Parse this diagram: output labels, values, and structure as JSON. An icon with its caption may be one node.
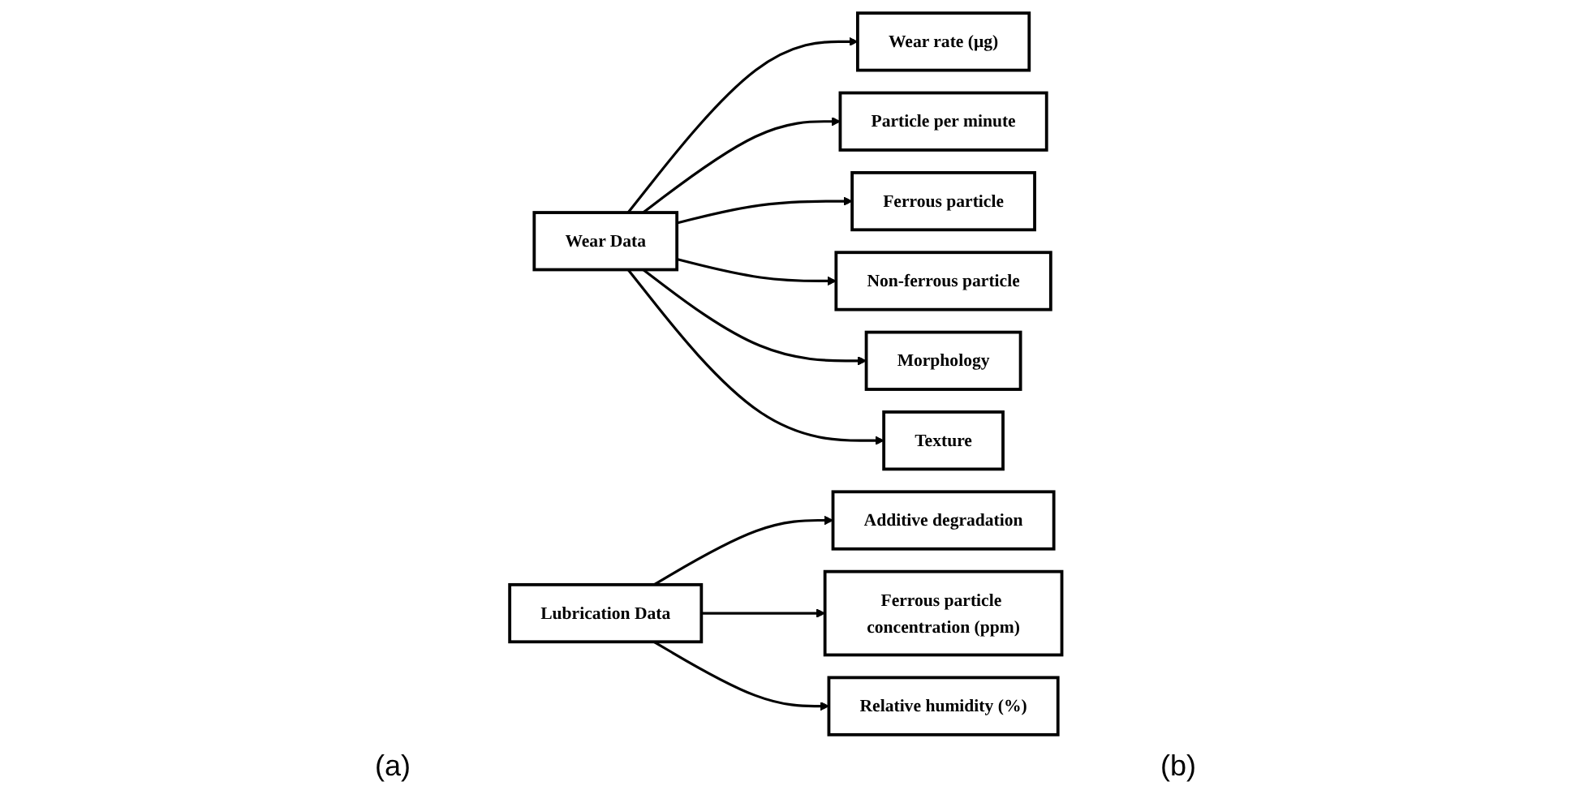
{
  "diagram": {
    "nodes": [
      {
        "text": [
          "Wear Data"
        ]
      },
      {
        "text": [
          "Wear rate (μg)"
        ]
      },
      {
        "text": [
          "Particle per minute"
        ]
      },
      {
        "text": [
          "Ferrous particle"
        ]
      },
      {
        "text": [
          "Non-ferrous particle"
        ]
      },
      {
        "text": [
          "Morphology"
        ]
      },
      {
        "text": [
          "Texture"
        ]
      },
      {
        "text": [
          "Lubrication Data"
        ]
      },
      {
        "text": [
          "Additive degradation"
        ]
      },
      {
        "text": [
          "Ferrous particle concentration (ppm)"
        ]
      },
      {
        "text": [
          "Relative humidity (%)"
        ]
      }
    ],
    "edges": [
      {
        "from": 0,
        "to": 1,
        "arrow": "to"
      },
      {
        "from": 0,
        "to": 2,
        "arrow": "to"
      },
      {
        "from": 0,
        "to": 3,
        "arrow": "to"
      },
      {
        "from": 0,
        "to": 4,
        "arrow": "to"
      },
      {
        "from": 0,
        "to": 5,
        "arrow": "to"
      },
      {
        "from": 0,
        "to": 6,
        "arrow": "to"
      },
      {
        "from": 7,
        "to": 8,
        "arrow": "to"
      },
      {
        "from": 7,
        "to": 9,
        "arrow": "to"
      },
      {
        "from": 7,
        "to": 10,
        "arrow": "to"
      }
    ],
    "labels": [
      "(a)",
      "(b)"
    ]
  }
}
